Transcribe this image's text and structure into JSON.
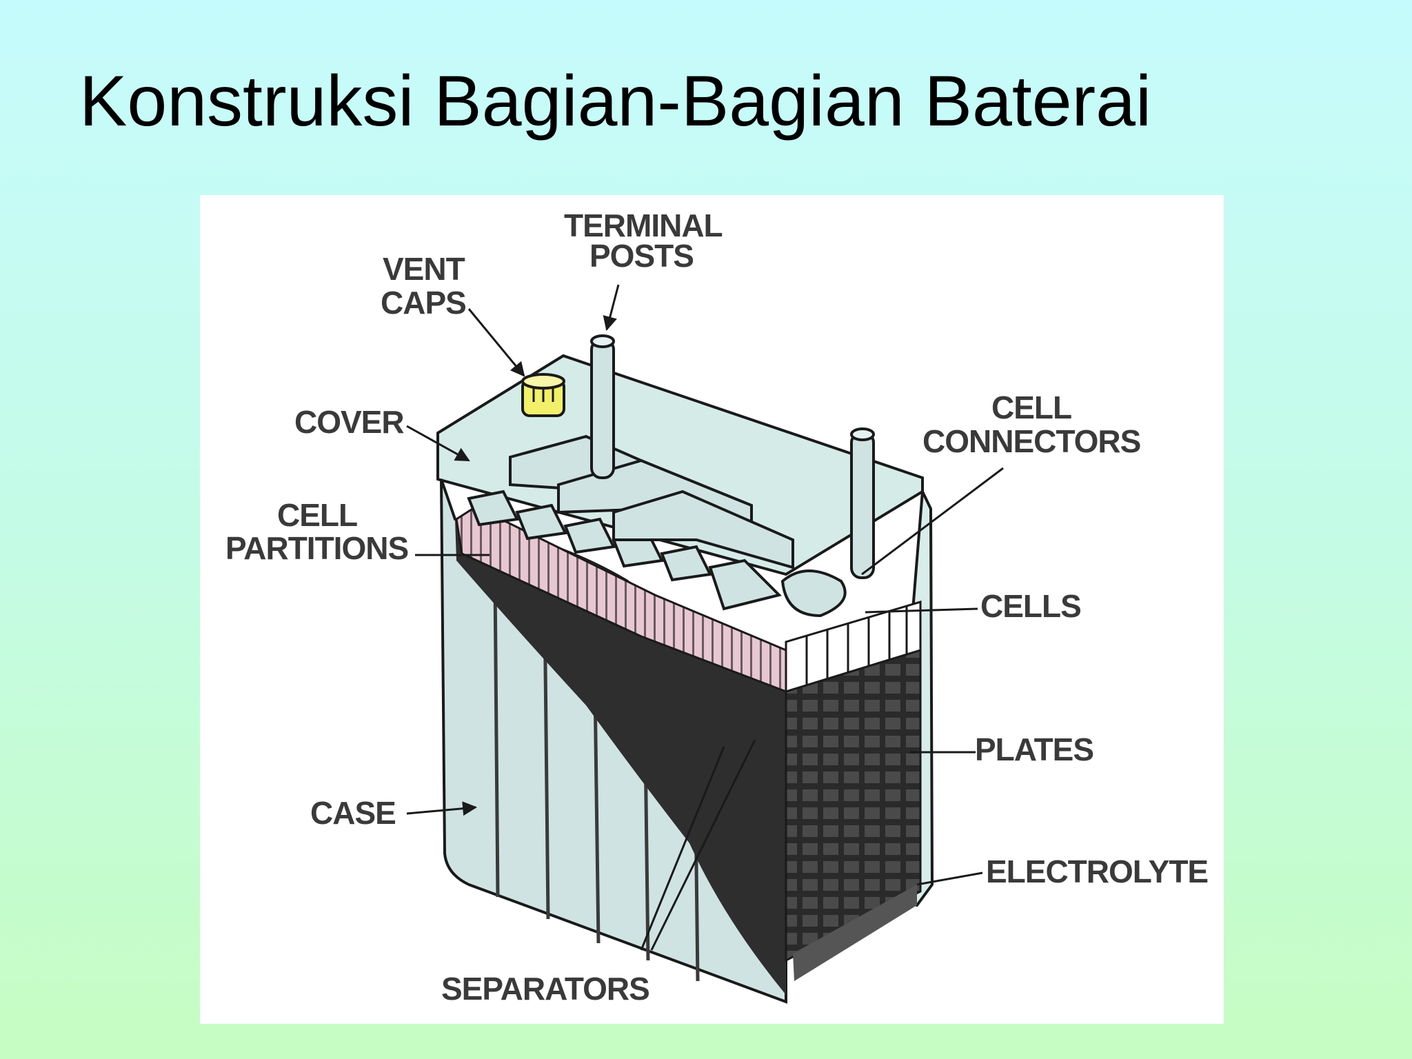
{
  "slide": {
    "title": "Konstruksi Bagian-Bagian Baterai"
  },
  "diagram": {
    "labels": {
      "terminal_posts": [
        "TERMINAL",
        "POSTS"
      ],
      "vent_caps": [
        "VENT",
        "CAPS"
      ],
      "cover": "COVER",
      "cell_connectors": [
        "CELL",
        "CONNECTORS"
      ],
      "cell_partitions": [
        "CELL",
        "PARTITIONS"
      ],
      "cells": "CELLS",
      "plates": "PLATES",
      "case": "CASE",
      "electrolyte": "ELECTROLYTE",
      "separators": "SEPARATORS"
    },
    "colors": {
      "case_fill": "#cfe4e2",
      "outline": "#1a1a1a",
      "plates_dark": "#2e2e2e",
      "plate_tops": "#e9c9d4",
      "vent_cap": "#f2ef6a"
    }
  }
}
